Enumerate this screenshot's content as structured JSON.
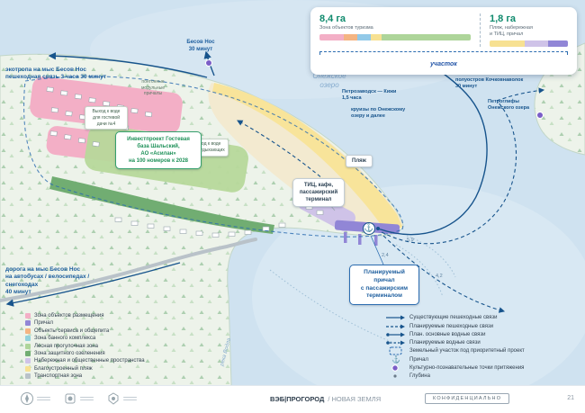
{
  "header_legend": {
    "area_tourism": {
      "value": "8,4 га",
      "label": "Зона объектов туризма"
    },
    "area_beach": {
      "value": "1,8 га",
      "label": "Пляж, набережная\nи ТИЦ, причал"
    },
    "plot_badge": "участок",
    "bar_tourism": [
      "#f3afc6",
      "#f4b482",
      "#92c9e8",
      "#f7e192",
      "#aed59a"
    ],
    "bar_beach": [
      "#f7e192",
      "#cfc3e8",
      "#9186d6"
    ]
  },
  "labels": {
    "ecotrail": "экотропа на мыс Бесов Нос\nпешеходная связь 3 часа 30 минут",
    "besov_nos": "Бесов Нос\n30 минут",
    "onega_lake": "Онежское\nозеро",
    "kizhi": "Петрозаводск — Кижи\n1,5 часа",
    "cruises": "круизы по Онежскому\nозеру и далее",
    "peninsula": "полуостров Кочковнаволок\n30 минут",
    "petroglyphs": "Петроглифы\nОнежского озера",
    "pontoons": "понтонные\nмодульные\nпричалы",
    "water_access_1": "Выход к воде\nдля гостевой\nдачи №4",
    "water_access_2": "Выход к воде\nдля отдыхающих",
    "beach": "Пляж",
    "road": "дорога на мыс Бесов Нос\nна автобусах / велосипедах /\nснегоходах\n40 минут",
    "river": "река Водла",
    "depth_1": "5,9",
    "depth_2": "4,2",
    "depth_3": "2,4"
  },
  "callouts": {
    "investment": "Инвестпроект Гостевая\nбаза Шальский,\nАО «Асилан»\nна 100 номеров к 2028",
    "terminal": "ТИЦ, кафе,\nпассажирский\nтерминал",
    "planned_pier": "Планируемый\nпричал\nс пассажирским\nтерминалом"
  },
  "icons": {
    "anchor": "⚓"
  },
  "legend_zones": {
    "items": [
      {
        "label": "Зона объектов размещения",
        "color": "#f3afc6"
      },
      {
        "label": "Причал",
        "color": "#9186d6"
      },
      {
        "label": "Объекты сервиса и общепита",
        "color": "#f4b482"
      },
      {
        "label": "Зона банного комплекса",
        "color": "#92d2dc"
      },
      {
        "label": "Лесная прогулочная зона",
        "color": "#aed59a"
      },
      {
        "label": "Зона защитного озеленения",
        "color": "#71ad72"
      },
      {
        "label": "Набережная и общественные пространства",
        "color": "#cfc3e8"
      },
      {
        "label": "Благоустроенный пляж",
        "color": "#f7e192"
      },
      {
        "label": "Транспортная зона",
        "color": "#b9c2c9"
      }
    ]
  },
  "legend_symbols": {
    "items": [
      {
        "label": "Существующие пешеходные связи"
      },
      {
        "label": "Планируемые пешеходные связи"
      },
      {
        "label": "План. основные водные связи"
      },
      {
        "label": "Планируемые водные связи"
      },
      {
        "label": "Земельный участок под приоритетный проект"
      },
      {
        "label": "Причал"
      },
      {
        "label": "Культурно-познавательные точки притяжения"
      },
      {
        "label": "Глубина"
      }
    ]
  },
  "footer": {
    "brand": "ВЭБ|ПРОГОРОД",
    "brand2": "/ НОВАЯ ЗЕМЛЯ",
    "confidential": "КОНФИДЕНЦИАЛЬНО",
    "page": "21"
  }
}
